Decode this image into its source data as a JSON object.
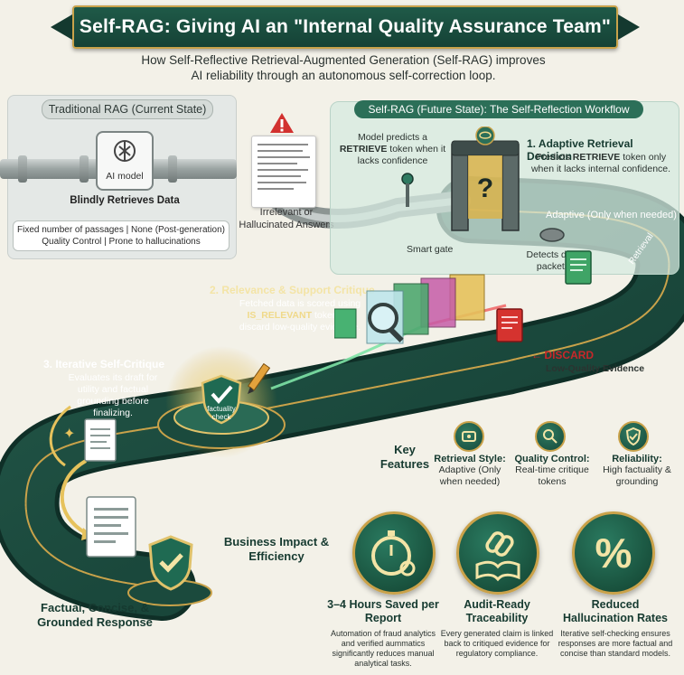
{
  "title": "Self-RAG: Giving AI an \"Internal Quality Assurance Team\"",
  "subtitle_line1": "How Self-Reflective Retrieval-Augmented Generation (Self-RAG) improves",
  "subtitle_line2": "AI reliability through an autonomous self-correction loop.",
  "traditional": {
    "label": "Traditional RAG (Current State)",
    "model_label": "AI model",
    "retrieve_text": "Blindly Retrieves Data",
    "note": "Fixed number of passages | None (Post-generation) Quality Control | Prone to hallucinations",
    "warning_caption": "Irrelevant or Hallucinated Answers"
  },
  "future": {
    "label": "Self-RAG (Future State): The Self-Reflection Workflow",
    "model_predicts_prefix": "Model predicts a",
    "model_predicts_token": "RETRIEVE",
    "model_predicts_suffix": "token when it lacks confidence",
    "step1_title": "1. Adaptive Retrieval Decision",
    "step1_prefix": "Predicts",
    "step1_token": "RETRIEVE",
    "step1_suffix": "token only when it lacks internal confidence.",
    "adaptive_label": "Adaptive (Only when needed)",
    "retrieval_label": "Retrieval",
    "smart_gate": "Smart gate",
    "detects": "Detects data packets"
  },
  "step2": {
    "title": "2. Relevance & Support Critique",
    "line1": "Fetched data is scored using",
    "token": "IS_RELEVANT",
    "line2": "tokens to discard low-quality evidence."
  },
  "discard": {
    "label": "DISCARD",
    "caption": "Low-Quality Evidence"
  },
  "step3": {
    "title": "3. Iterative Self-Critique",
    "text": "Evaluates its draft for utility and factual grounding before finalizing.",
    "badge": "factuality check"
  },
  "final_output": "Factual, Concise, & Grounded Response",
  "key_features": {
    "heading": "Key Features",
    "items": [
      {
        "title": "Retrieval Style:",
        "text": "Adaptive (Only when needed)"
      },
      {
        "title": "Quality Control:",
        "text": "Real-time critique tokens"
      },
      {
        "title": "Reliability:",
        "text": "High factuality & grounding"
      }
    ]
  },
  "business": {
    "heading": "Business Impact & Efficiency",
    "items": [
      {
        "title": "3–4 Hours Saved per Report",
        "text": "Automation of fraud analytics and verified aummatics significantly reduces manual analytical tasks."
      },
      {
        "title": "Audit-Ready Traceability",
        "text": "Every generated claim is linked back to critiqued evidence for regulatory compliance."
      },
      {
        "title": "Reduced Hallucination Rates",
        "text": "Iterative self-checking ensures responses are more factual and concise than standard models."
      }
    ],
    "percent_symbol": "%"
  },
  "colors": {
    "track": "#1a4a3e",
    "gold": "#c9a24a",
    "discard_red": "#c8272a"
  }
}
